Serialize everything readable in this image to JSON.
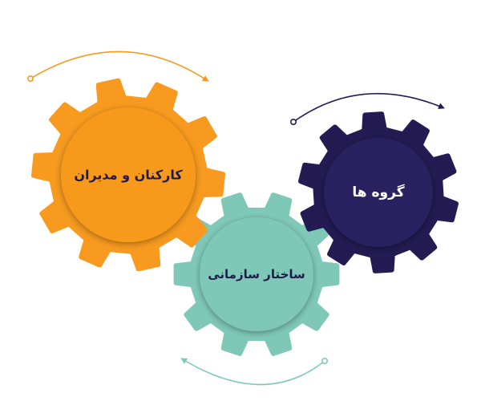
{
  "diagram": {
    "gears": [
      {
        "id": "staff",
        "label": "کارکنان و مدیران",
        "color": "#F79A1F",
        "hub_color": "#F79A1F",
        "text_color": "#1E1B4B"
      },
      {
        "id": "groups",
        "label": "گروه ها",
        "color": "#231B52",
        "hub_color": "#2A2160",
        "text_color": "#FFFFFF"
      },
      {
        "id": "structure",
        "label": "ساختار سازمانی",
        "color": "#7FC8B8",
        "hub_color": "#7FC8B8",
        "text_color": "#1E1B4B"
      }
    ],
    "arrows": [
      {
        "id": "top-left",
        "color": "#F79A1F",
        "direction": "clockwise"
      },
      {
        "id": "right",
        "color": "#231B52",
        "direction": "clockwise"
      },
      {
        "id": "bottom",
        "color": "#7FC8B8",
        "direction": "clockwise"
      }
    ]
  }
}
